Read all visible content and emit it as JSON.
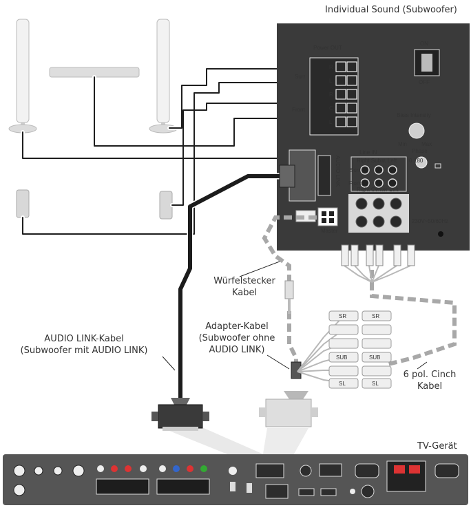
{
  "labels": {
    "title": "Individual Sound (Subwoofer)",
    "wuerfel_line1": "Würfelstecker",
    "wuerfel_line2": "Kabel",
    "adapter_line1": "Adapter-Kabel",
    "adapter_line2": "(Subwoofer ohne",
    "adapter_line3": "AUDIO LINK)",
    "audiolink_line1": "AUDIO LINK-Kabel",
    "audiolink_line2": "(Subwoofer mit AUDIO LINK)",
    "cinch_line1": "6 pol. Cinch",
    "cinch_line2": "Kabel",
    "tv": "TV-Gerät"
  },
  "panel": {
    "power_out": "Power OUT",
    "on": "ON",
    "off": "OFF",
    "surr": "Surr",
    "front": "Front",
    "bass_intensity": "Bass Intensity",
    "min": "Min",
    "max": "Max",
    "phase": "Phase",
    "phase_0": "0",
    "phase_180": "180",
    "line_in": "Line IN",
    "audio_link": "AUDIO LINK",
    "master": "Master",
    "voltage": "230V~50/60Hz",
    "terminal_rows": [
      "R",
      "L",
      "R",
      "C",
      "L"
    ],
    "line_in_top": "Right Subw. Left",
    "line_in_bottom": "Right Center Left",
    "line_in_surr": "Surr",
    "line_in_front": "Front"
  },
  "cinch_plug_labels": [
    "SR",
    "SR",
    "SUB",
    "SUB",
    "SL",
    "SL"
  ],
  "colors": {
    "panel": "#3a3a3a",
    "cable_dark": "#1c1c1c",
    "cable_dashed": "#9e9e9e",
    "beam": "#e6e6e6",
    "tv": "#555555"
  }
}
